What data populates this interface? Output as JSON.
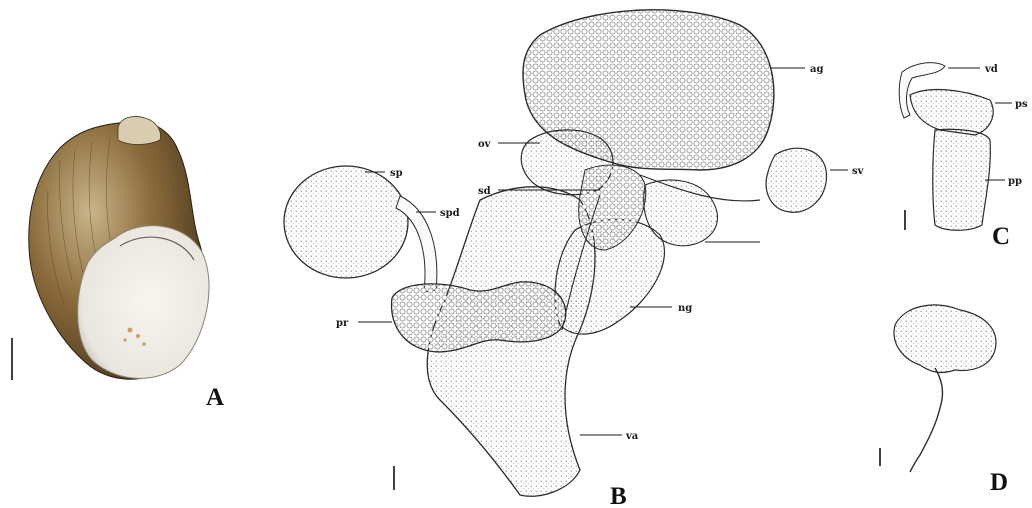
{
  "panels": [
    {
      "key": "A",
      "letter": "A",
      "subject": "shell"
    },
    {
      "key": "B",
      "letter": "B",
      "subject": "reproductive-system"
    },
    {
      "key": "C",
      "letter": "C",
      "subject": "penis"
    },
    {
      "key": "D",
      "letter": "D",
      "subject": "seminal-vesicle"
    }
  ],
  "labels": {
    "ag": "ag",
    "ov": "ov",
    "sv": "sv",
    "sp": "sp",
    "sd": "sd",
    "spd": "spd",
    "pr": "pr",
    "ng": "ng",
    "va": "va",
    "vd": "vd",
    "ps": "ps",
    "pp": "pp"
  },
  "colors": {
    "ink": "#2b2b2b",
    "shell_brown": "#8a6a3a",
    "shell_dark": "#3a2c18",
    "aperture": "#f1efea",
    "background": "#ffffff"
  }
}
